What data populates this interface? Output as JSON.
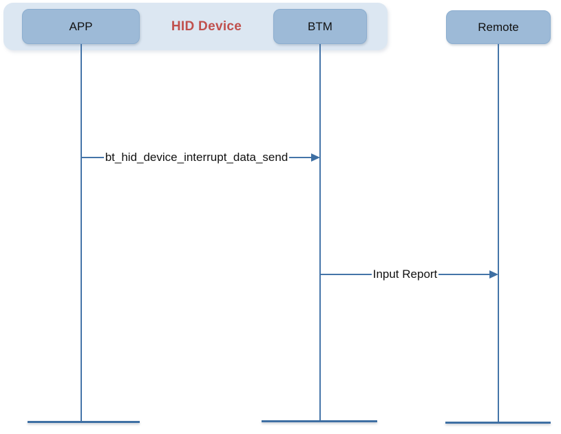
{
  "diagram": {
    "group": {
      "label": "HID Device"
    },
    "actors": [
      {
        "label": "APP"
      },
      {
        "label": "BTM"
      },
      {
        "label": "Remote"
      }
    ],
    "messages": [
      {
        "from": "APP",
        "to": "BTM",
        "label": "bt_hid_device_interrupt_data_send"
      },
      {
        "from": "BTM",
        "to": "Remote",
        "label": "Input Report"
      }
    ],
    "colors": {
      "actor_fill": "#9dbad7",
      "actor_border": "#8badcf",
      "group_fill": "#dce7f2",
      "line": "#4474a8",
      "arrowhead": "#3e6fa3",
      "group_label_text": "#c0504d",
      "text": "#111111"
    }
  }
}
